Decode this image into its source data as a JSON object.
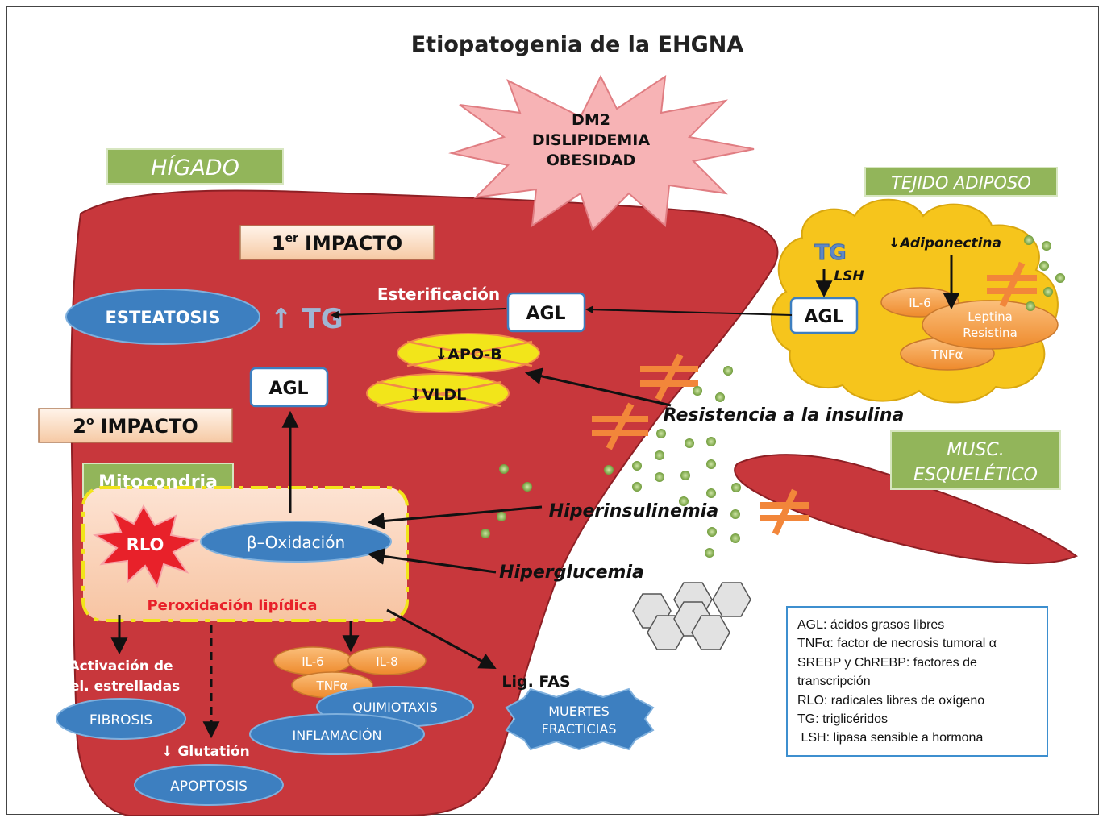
{
  "title": "Etiopatogenia de la EHGNA",
  "organs": {
    "liver": "HÍGADO",
    "adipose": "TEJIDO ADIPOSO",
    "muscle_line1": "MUSC.",
    "muscle_line2": "ESQUELÉTICO",
    "mitochondria": "Mitocondria"
  },
  "risk_factors": [
    "DM2",
    "DISLIPIDEMIA",
    "OBESIDAD"
  ],
  "impacts": {
    "first": "1er IMPACTO",
    "first_base": "1",
    "first_sup": "er",
    "first_rest": "IMPACTO",
    "second": "2º IMPACTO",
    "second_base": "2",
    "second_sup": "o",
    "second_rest": "IMPACTO"
  },
  "liver": {
    "steatosis": "ESTEATOSIS",
    "tg_up": "↑ TG",
    "esterification": "Esterificación",
    "agl_top": "AGL",
    "agl_mid": "AGL",
    "apo_b": "↓APO-B",
    "vldl": "↓VLDL"
  },
  "adipose": {
    "tg": "TG",
    "lsh": "LSH",
    "adiponectin": "↓Adiponectina",
    "agl": "AGL",
    "il6": "IL-6",
    "leptin_line1": "Leptina",
    "leptin_line2": "Resistina",
    "tnf": "TNFα"
  },
  "mechanisms": {
    "insulin_resistance": "Resistencia a la insulina",
    "hyperinsulinemia": "Hiperinsulinemia",
    "hyperglycemia": "Hiperglucemia"
  },
  "mito": {
    "rlo": "RLO",
    "beta_oxidation": "β–Oxidación",
    "peroxidation": "Peroxidación lipídica"
  },
  "outcomes": {
    "stellate_line1": "Activación de",
    "stellate_line2": "cel. estrelladas",
    "fibrosis": "FIBROSIS",
    "glutathione": "↓ Glutatión",
    "apoptosis": "APOPTOSIS",
    "il6": "IL-6",
    "il8": "IL-8",
    "tnf": "TNFα",
    "chemotaxis": "QUIMIOTAXIS",
    "inflammation": "INFLAMACIÓN",
    "fas": "Lig. FAS",
    "deaths_line1": "MUERTES",
    "deaths_line2": "FRACTICIAS"
  },
  "legend": [
    "AGL: ácidos grasos libres",
    "TNFα: factor de necrosis tumoral α",
    "SREBP y ChREBP: factores de",
    "transcripción",
    "RLO: radicales libres de oxígeno",
    "TG: triglicéridos",
    " LSH: lipasa sensible a hormona"
  ],
  "colors": {
    "liver": "#c8373c",
    "green_box": "#92b55a",
    "blue_ellipse": "#3d7fc0",
    "orange": "#f29438",
    "yellow": "#f2e51a",
    "adipose": "#f6c51c",
    "star_pink": "#f7b3b5"
  }
}
